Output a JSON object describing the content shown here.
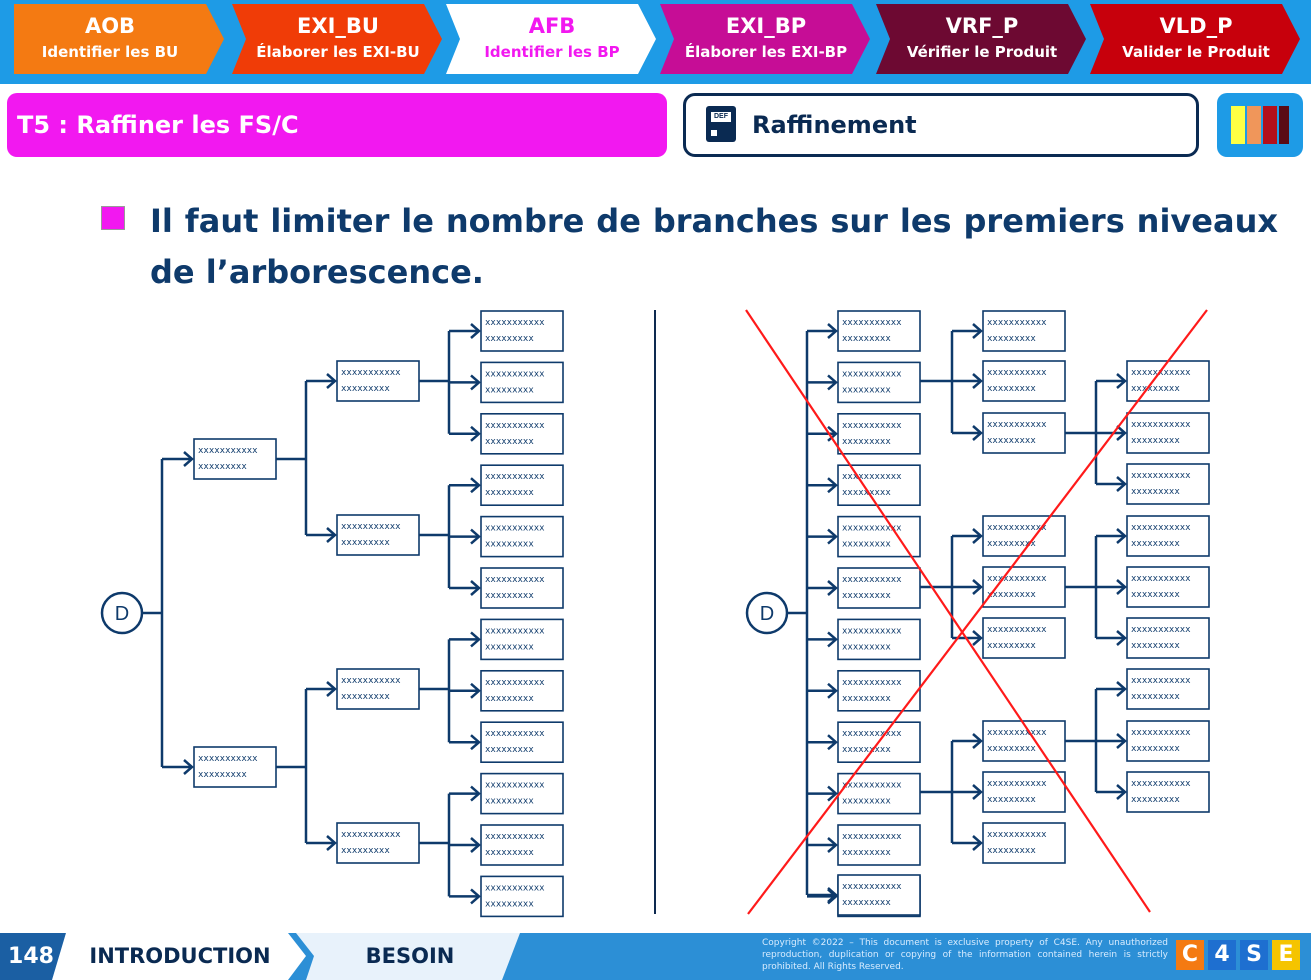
{
  "nav": {
    "phases": [
      {
        "code": "AOB",
        "name": "Identifier les BU",
        "color": "#f47a12"
      },
      {
        "code": "EXI_BU",
        "name": "Élaborer les EXI-BU",
        "color": "#f03c07"
      },
      {
        "code": "AFB",
        "name": "Identifier les BP",
        "color": "#f34ff0"
      },
      {
        "code": "EXI_BP",
        "name": "Élaborer les EXI-BP",
        "color": "#c60d96"
      },
      {
        "code": "VRF_P",
        "name": "Vérifier le Produit",
        "color": "#6d0932"
      },
      {
        "code": "VLD_P",
        "name": "Valider le Produit",
        "color": "#c7000c"
      }
    ]
  },
  "task": {
    "title": "T5 : Raffiner les FS/C"
  },
  "definition": {
    "label": "Raffinement",
    "icon": "definition-document-icon",
    "icon_text": "DEF"
  },
  "headline": "Il faut limiter le nombre de branches sur les premiers niveaux de l’arborescence.",
  "diagram": {
    "root_label": "D",
    "box_line1": "xxxxxxxxxxx",
    "box_line2": "xxxxxxxxx",
    "line_color": "#0e3a6b",
    "cross_color": "#ff1a1a"
  },
  "footer": {
    "page": "148",
    "crumb_1": "INTRODUCTION",
    "crumb_2": "BESOIN",
    "copyright": "Copyright ©2022 – This document is exclusive property of C4SE. Any unauthorized reproduction, duplication or copying of the information contained herein is strictly prohibited. All Rights Reserved.",
    "logo": [
      "C",
      "4",
      "S",
      "E"
    ]
  }
}
